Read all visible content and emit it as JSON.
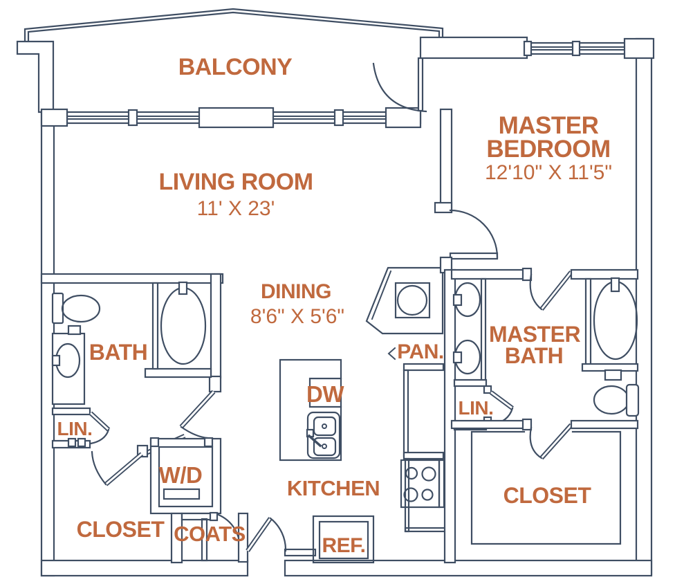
{
  "colors": {
    "wall_line": "#3f4e63",
    "label_text": "#c0693e",
    "background": "#ffffff"
  },
  "rooms": {
    "balcony": {
      "name": "BALCONY"
    },
    "living_room": {
      "name": "LIVING ROOM",
      "dimensions": "11' X 23'"
    },
    "master_bedroom": {
      "name_line1": "MASTER",
      "name_line2": "BEDROOM",
      "dimensions": "12'10\" X 11'5\""
    },
    "dining": {
      "name": "DINING",
      "dimensions": "8'6\" X 5'6\""
    },
    "bath": {
      "name": "BATH"
    },
    "pantry": {
      "name": "PAN."
    },
    "master_bath": {
      "name_line1": "MASTER",
      "name_line2": "BATH"
    },
    "dishwasher": {
      "name": "DW"
    },
    "linen_bath": {
      "name": "LIN."
    },
    "linen_master": {
      "name": "LIN."
    },
    "kitchen": {
      "name": "KITCHEN"
    },
    "washer_dryer": {
      "name": "W/D"
    },
    "closet": {
      "name": "CLOSET"
    },
    "coats": {
      "name": "COATS"
    },
    "refrigerator": {
      "name": "REF."
    },
    "master_closet": {
      "name": "CLOSET"
    }
  }
}
